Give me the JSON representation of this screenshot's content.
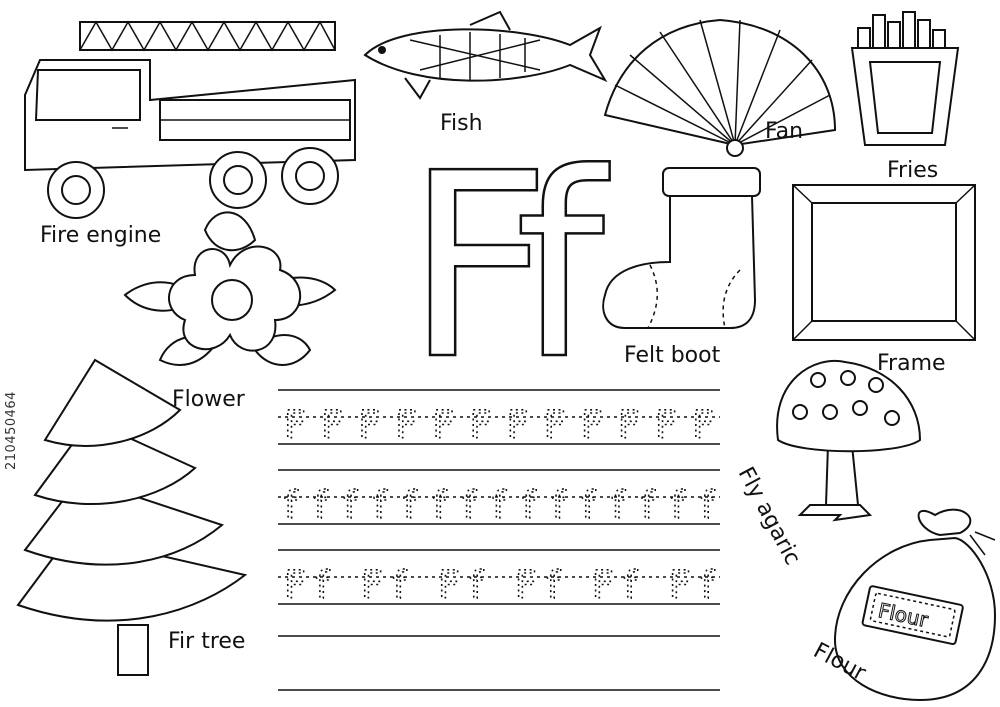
{
  "letter": {
    "upper": "F",
    "lower": "f"
  },
  "labels": {
    "fish": "Fish",
    "fan": "Fan",
    "fries": "Fries",
    "fire_engine": "Fire engine",
    "flower": "Flower",
    "felt_boot": "Felt boot",
    "frame": "Frame",
    "fir_tree": "Fir tree",
    "fly_agaric": "Fly agaric",
    "flour": "Flour",
    "flour_bag_tag": "Flour"
  },
  "tracing": {
    "row1": "F F F F F F F F F F F F",
    "row2": "f f f f f f f f f f f f f f f",
    "row3": "Ff  Ff  Ff  Ff  Ff  Ff"
  },
  "watermark": "210450464"
}
